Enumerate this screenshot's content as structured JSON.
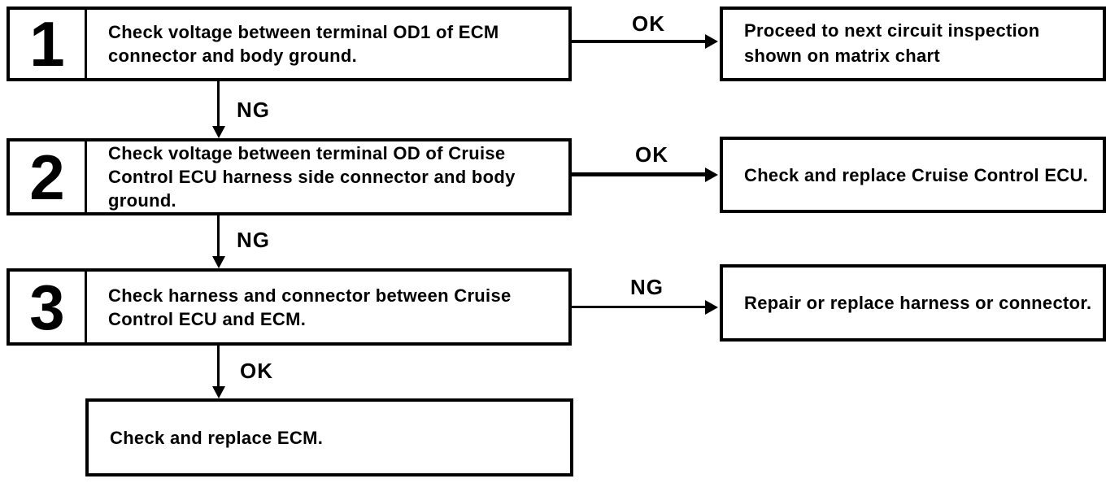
{
  "flowchart": {
    "steps": [
      {
        "number": "1",
        "lines": [
          "Check voltage between terminal OD1 of ECM",
          "connector and body ground."
        ]
      },
      {
        "number": "2",
        "lines": [
          "Check voltage between terminal OD of Cruise",
          "Control ECU harness side connector and body",
          "ground."
        ]
      },
      {
        "number": "3",
        "lines": [
          "Check harness and connector between Cruise",
          "Control ECU and ECM."
        ]
      }
    ],
    "results": [
      {
        "lines": [
          "Proceed to next circuit inspection",
          "shown on matrix chart"
        ]
      },
      {
        "lines": [
          "Check and replace Cruise Control ECU."
        ]
      },
      {
        "lines": [
          "Repair or replace harness or connector."
        ]
      }
    ],
    "final_box": {
      "text": "Check and replace ECM."
    },
    "labels": {
      "step1_down": "NG",
      "step2_down": "NG",
      "step3_down": "OK",
      "step1_right": "OK",
      "step2_right": "OK",
      "step3_right": "NG"
    },
    "colors": {
      "ink": "#000000",
      "paper": "#ffffff"
    }
  }
}
